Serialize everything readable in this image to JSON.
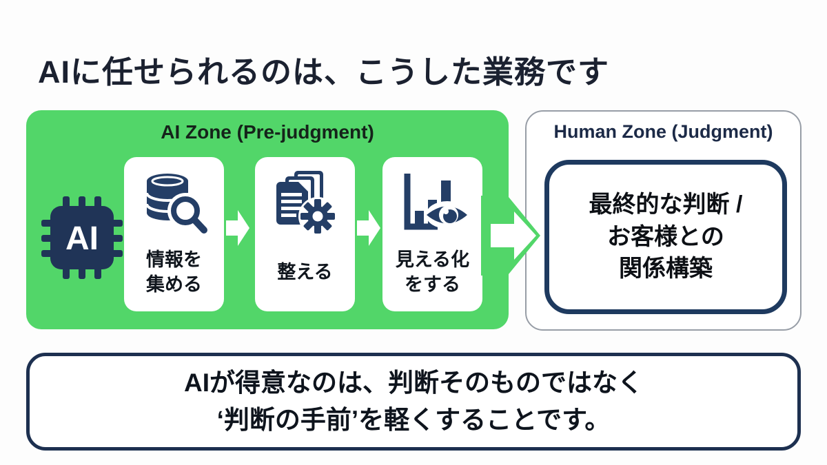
{
  "title": "AIに任せられるのは、こうした業務です",
  "colors": {
    "zone_green": "#52d669",
    "icon_navy": "#243e66",
    "chip_navy": "#203457",
    "box_border_navy": "#1e3a5f",
    "footer_border_navy": "#1d3050",
    "title_text": "#1b2130"
  },
  "ai_zone": {
    "label": "AI Zone (Pre-judgment)",
    "chip_label": "AI",
    "cards": [
      {
        "icon": "database-search-icon",
        "lines": [
          "情報を",
          "集める"
        ]
      },
      {
        "icon": "documents-gear-icon",
        "lines": [
          "整える"
        ]
      },
      {
        "icon": "chart-eye-icon",
        "lines": [
          "見える化",
          "をする"
        ]
      }
    ]
  },
  "human_zone": {
    "label": "Human Zone (Judgment)",
    "box": {
      "lines": [
        "最終的な判断 /",
        "お客様との",
        "関係構築"
      ]
    }
  },
  "footer": {
    "lines": [
      "AIが得意なのは、判断そのものではなく",
      "‘判断の手前’を軽くすることです。"
    ]
  }
}
